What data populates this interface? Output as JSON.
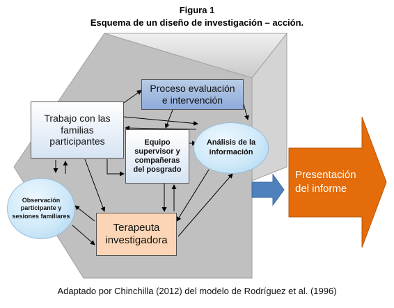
{
  "figure": {
    "number": "Figura 1",
    "title": "Esquema de un diseño de investigación – acción."
  },
  "nodes": {
    "proceso": [
      "Proceso evaluación",
      "e intervención"
    ],
    "trabajo": [
      "Trabajo con las",
      "familias",
      "participantes"
    ],
    "equipo": [
      "Equipo",
      "supervisor y",
      "compañeras",
      "del posgrado"
    ],
    "analisis": [
      "Análisis de",
      "la",
      "información"
    ],
    "observacion": [
      "Observación",
      "participante",
      "y sesiones",
      "familiares"
    ],
    "terapeuta": [
      "Terapeuta",
      "investigadora"
    ],
    "presentacion": [
      "Presentación",
      "del informe"
    ]
  },
  "caption": "Adaptado por Chinchilla (2012) del modelo de Rodríguez et al. (1996)",
  "colors": {
    "background_shape": "#c0c0c0",
    "output_arrow": "#e46c0a",
    "connector_arrow": "#4f81bd",
    "proceso_fill": "#8eaadb",
    "terapeuta_fill": "#fbd5b5",
    "ellipse_fill": "#cfe9f9"
  }
}
